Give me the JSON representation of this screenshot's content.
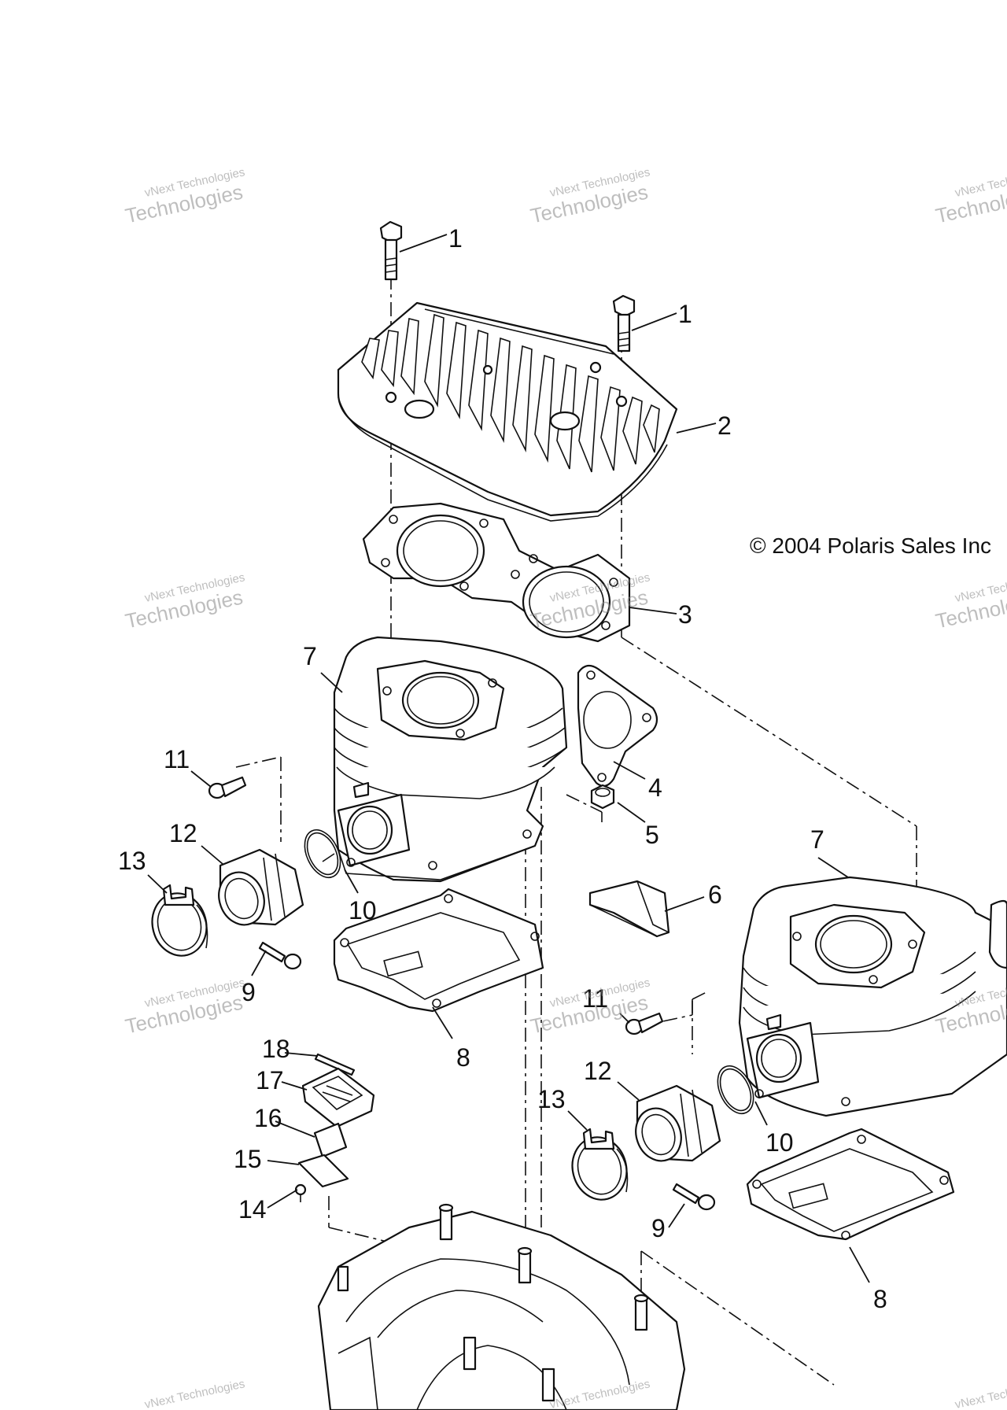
{
  "copyright": "© 2004 Polaris Sales Inc",
  "watermark": {
    "line1": "vNext Technologies",
    "line2": "Technologies"
  },
  "callouts": {
    "c1a": "1",
    "c1b": "1",
    "c2": "2",
    "c3": "3",
    "c4": "4",
    "c5": "5",
    "c6": "6",
    "c7a": "7",
    "c7b": "7",
    "c8a": "8",
    "c8b": "8",
    "c9a": "9",
    "c9b": "9",
    "c10a": "10",
    "c10b": "10",
    "c11a": "11",
    "c11b": "11",
    "c12a": "12",
    "c12b": "12",
    "c13a": "13",
    "c13b": "13",
    "c14": "14",
    "c15": "15",
    "c16": "16",
    "c17": "17",
    "c18": "18"
  },
  "colors": {
    "line": "#111111",
    "watermark": "#8a8a8a",
    "background": "#ffffff"
  }
}
